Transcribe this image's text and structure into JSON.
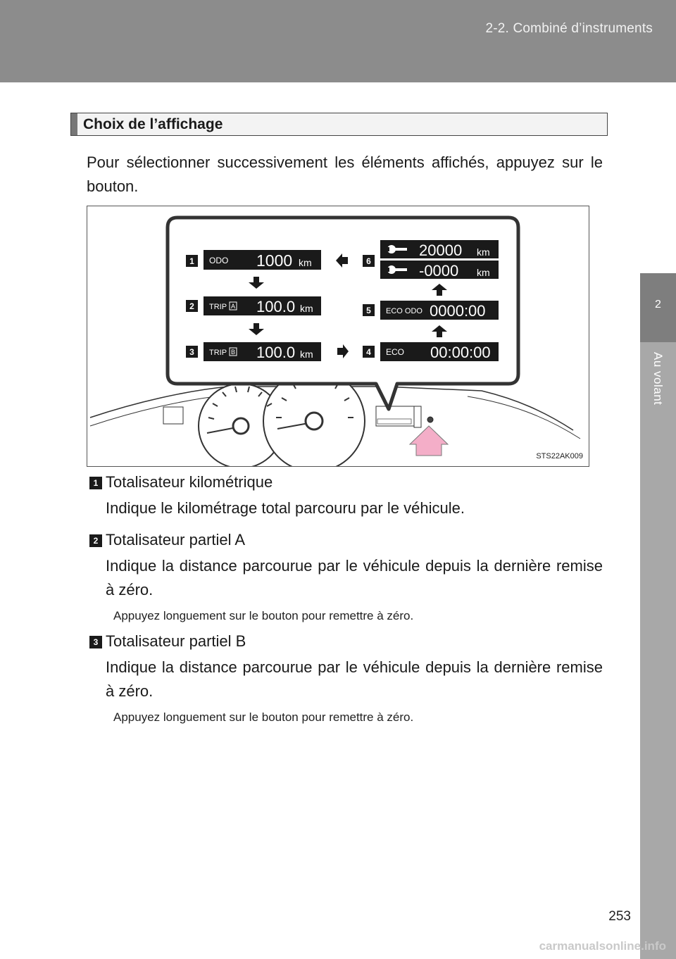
{
  "header": {
    "section": "2-2. Combiné d’instruments"
  },
  "side_tab": {
    "number": "2",
    "label": "Au volant"
  },
  "section": {
    "title": "Choix de l’affichage"
  },
  "intro": "Pour sélectionner successivement les éléments affichés, appuyez sur le bouton.",
  "figure": {
    "code": "STS22AK009",
    "displays": [
      {
        "num": "1",
        "label": "ODO",
        "value": "1000",
        "unit": "km"
      },
      {
        "num": "2",
        "label": "TRIP",
        "badge": "A",
        "value": "100.0",
        "unit": "km"
      },
      {
        "num": "3",
        "label": "TRIP",
        "badge": "B",
        "value": "100.0",
        "unit": "km"
      },
      {
        "num": "4",
        "label": "ECO",
        "value": "00:00:00"
      },
      {
        "num": "5",
        "label": "ECO ODO",
        "value": "0000:00"
      },
      {
        "num": "6",
        "value_top": "20000",
        "value_bottom": "-0000",
        "unit": "km"
      }
    ]
  },
  "items": [
    {
      "num": "1",
      "title": "Totalisateur kilométrique",
      "desc": "Indique le kilométrage total parcouru par le véhicule."
    },
    {
      "num": "2",
      "title": "Totalisateur partiel A",
      "desc": "Indique la distance parcourue par le véhicule depuis la dernière remise à zéro.",
      "note": "Appuyez longuement sur le bouton pour remettre à zéro."
    },
    {
      "num": "3",
      "title": "Totalisateur partiel B",
      "desc": "Indique la distance parcourue par le véhicule depuis la dernière remise à zéro.",
      "note": "Appuyez longuement sur le bouton pour remettre à zéro."
    }
  ],
  "page_number": "253",
  "watermark": "carmanualsonline.info"
}
